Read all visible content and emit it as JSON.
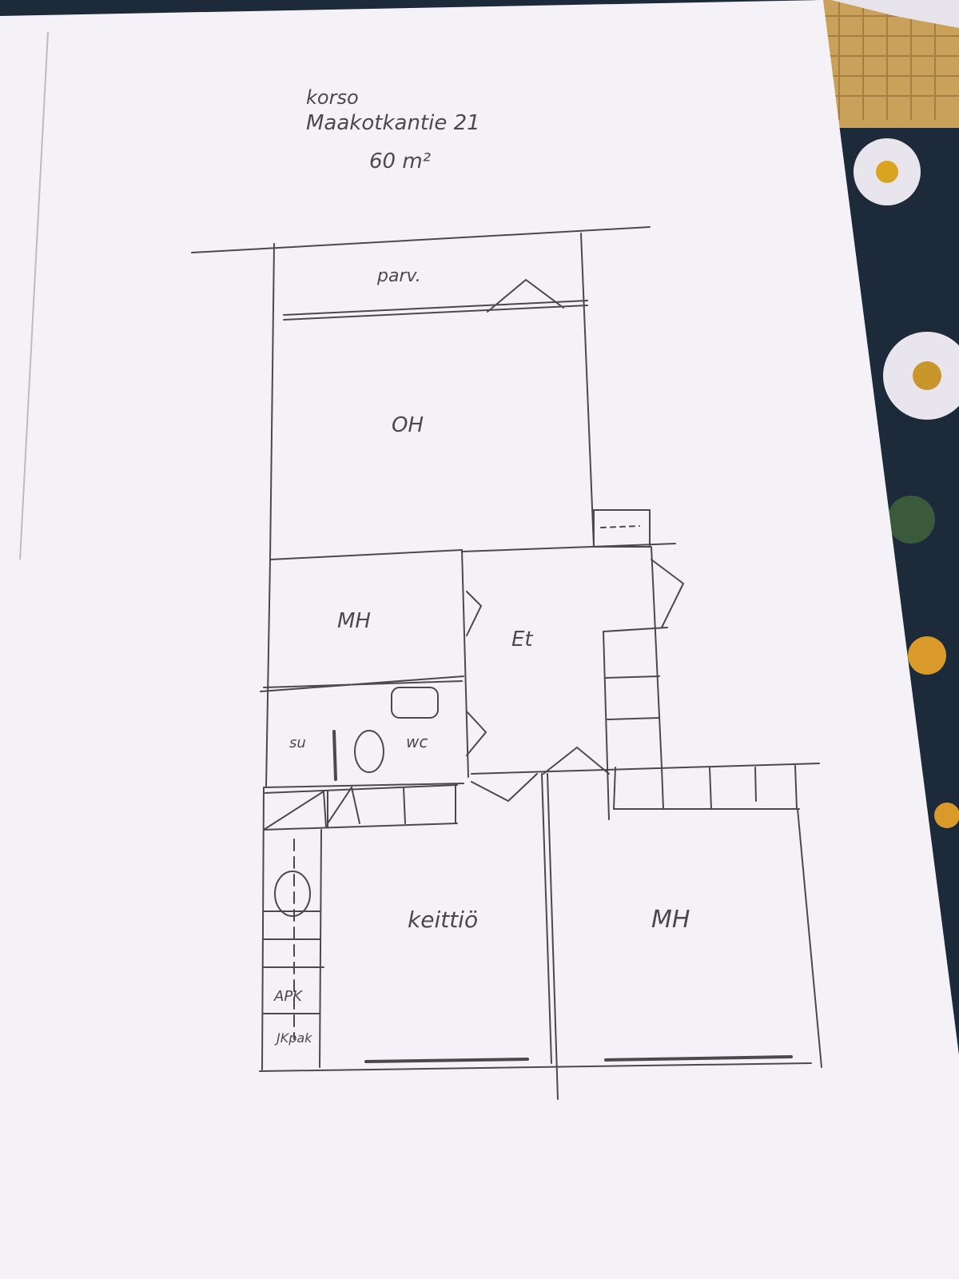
{
  "header": {
    "location": "korso",
    "street": "Maakotkantie 21",
    "area": "60 m²"
  },
  "rooms": {
    "balcony": "parv.",
    "living_room": "OH",
    "bedroom_1": "MH",
    "hallway": "Et",
    "toilet": "wc",
    "shower": "su",
    "kitchen": "keittiö",
    "bedroom_2": "MH",
    "dishwasher": "APK",
    "fridge_freezer": "JKpak"
  },
  "colors": {
    "paper": "#f4f2f6",
    "pencil": "#4a4a4a",
    "fabric": "#1d2a3a",
    "mat": "#c9a15a"
  }
}
